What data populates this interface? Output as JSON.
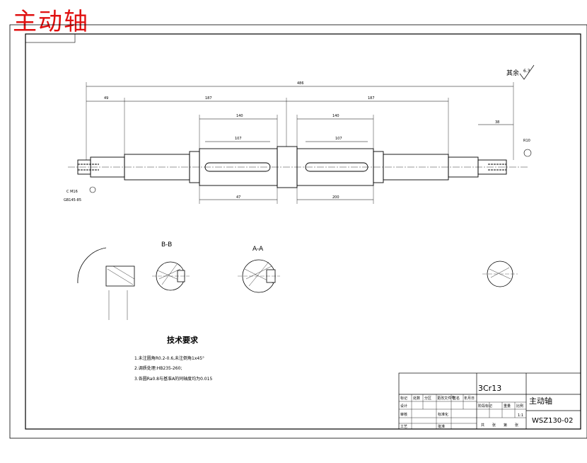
{
  "drawing_title": "主动轴",
  "surface_finish_note": "其余",
  "surface_finish_value": "6.3",
  "view_labels": {
    "section_b": "B-B",
    "section_a": "A-A"
  },
  "technical_requirements": {
    "heading": "技术要求",
    "items": [
      "1.未注圆角R0.2-0.6,未注倒角1x45°",
      "2.调质处理:HB235-260;",
      "3.各圆Ra0.8与基准A的同轴度均为0.015"
    ]
  },
  "title_block": {
    "material": "3Cr13",
    "part_name": "主动轴",
    "drawing_number": "WSZ130-02",
    "scale": "1:1",
    "sheet_labels": [
      "共",
      "张",
      "第",
      "张"
    ],
    "row_labels_left": [
      "标记",
      "设计",
      "审核",
      "工艺"
    ],
    "header_labels": [
      "标记",
      "处数",
      "分区",
      "更改文件号",
      "签名",
      "年月日"
    ],
    "row_labels_mid": [
      "标准化",
      "批准"
    ],
    "stage_labels": [
      "阶段标记",
      "重量",
      "比例"
    ]
  },
  "dimensions": {
    "overall": "486",
    "left_end": "49",
    "left_span": "187",
    "right_span": "187",
    "center_a": "140",
    "center_b": "140",
    "key_a": "107",
    "key_b": "107",
    "under_a": "47",
    "under_b": "200",
    "right_end": "38",
    "gb_note": "GB145-85",
    "c_note": "C M16",
    "r_note": "R10"
  }
}
